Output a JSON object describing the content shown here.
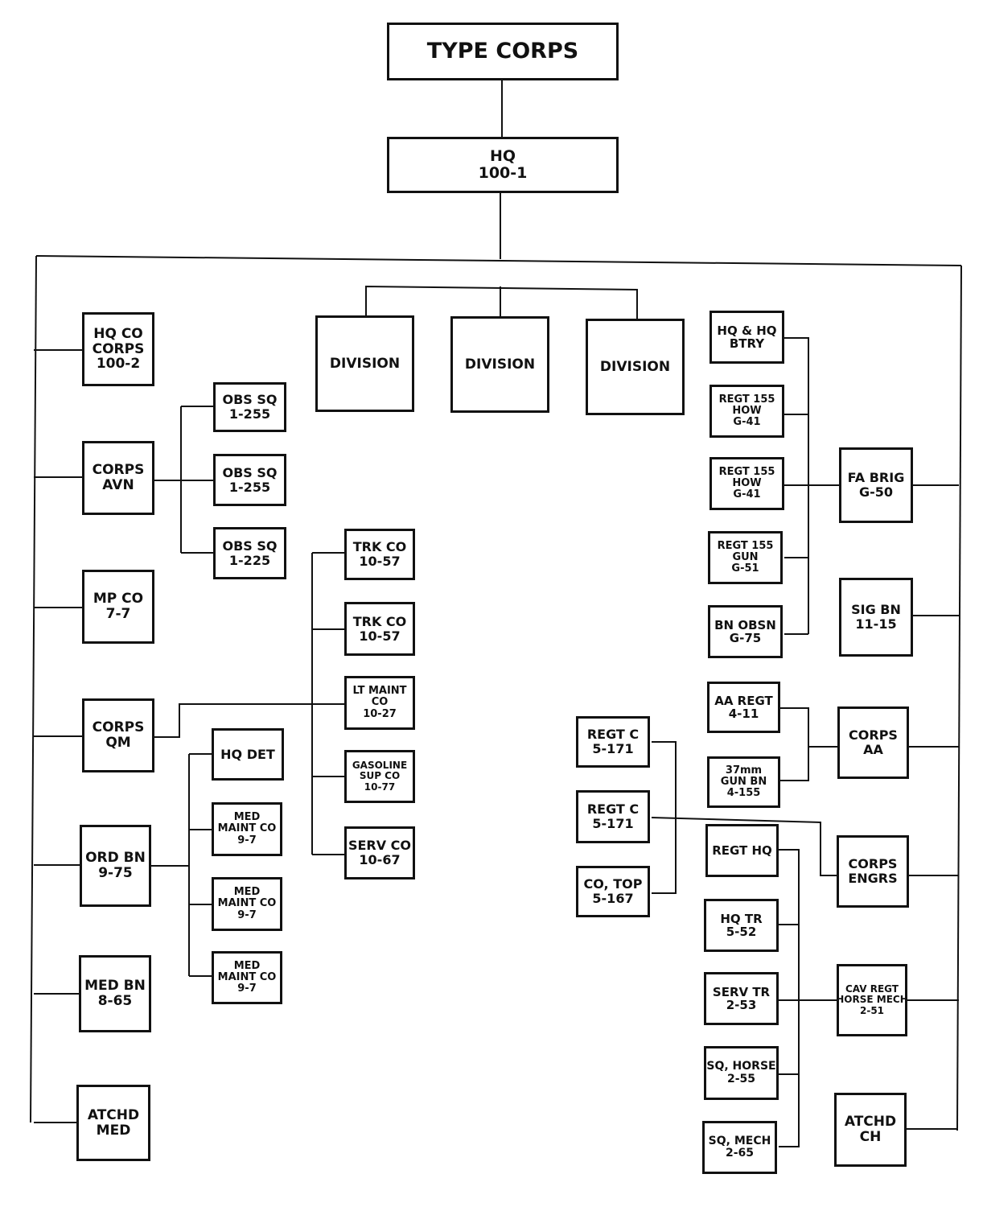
{
  "title": {
    "lines": [
      "TYPE CORPS"
    ]
  },
  "hq": {
    "lines": [
      "HQ",
      "100-1"
    ]
  },
  "divisions": [
    {
      "lines": [
        "DIVISION"
      ]
    },
    {
      "lines": [
        "DIVISION"
      ]
    },
    {
      "lines": [
        "DIVISION"
      ]
    }
  ],
  "left_units": [
    {
      "lines": [
        "HQ CO",
        "CORPS",
        "100-2"
      ]
    },
    {
      "lines": [
        "CORPS",
        "AVN"
      ]
    },
    {
      "lines": [
        "MP CO",
        "7-7"
      ]
    },
    {
      "lines": [
        "CORPS",
        "QM"
      ]
    },
    {
      "lines": [
        "ORD BN",
        "9-75"
      ]
    },
    {
      "lines": [
        "MED BN",
        "8-65"
      ]
    },
    {
      "lines": [
        "ATCHD",
        "MED"
      ]
    }
  ],
  "obs_squadrons": [
    {
      "lines": [
        "OBS SQ",
        "1-255"
      ]
    },
    {
      "lines": [
        "OBS SQ",
        "1-255"
      ]
    },
    {
      "lines": [
        "OBS SQ",
        "1-225"
      ]
    }
  ],
  "ord_units": [
    {
      "lines": [
        "HQ DET"
      ]
    },
    {
      "lines": [
        "MED",
        "MAINT CO",
        "9-7"
      ]
    },
    {
      "lines": [
        "MED",
        "MAINT CO",
        "9-7"
      ]
    },
    {
      "lines": [
        "MED",
        "MAINT CO",
        "9-7"
      ]
    }
  ],
  "qm_units": [
    {
      "lines": [
        "TRK CO",
        "10-57"
      ]
    },
    {
      "lines": [
        "TRK CO",
        "10-57"
      ]
    },
    {
      "lines": [
        "LT MAINT",
        "CO",
        "10-27"
      ]
    },
    {
      "lines": [
        "GASOLINE",
        "SUP CO",
        "10-77"
      ]
    },
    {
      "lines": [
        "SERV CO",
        "10-67"
      ]
    }
  ],
  "engr_units": [
    {
      "lines": [
        "REGT C",
        "5-171"
      ]
    },
    {
      "lines": [
        "REGT C",
        "5-171"
      ]
    },
    {
      "lines": [
        "CO, TOP",
        "5-167"
      ]
    }
  ],
  "fa_units": [
    {
      "lines": [
        "HQ & HQ",
        "BTRY"
      ]
    },
    {
      "lines": [
        "REGT 155",
        "HOW",
        "G-41"
      ]
    },
    {
      "lines": [
        "REGT 155",
        "HOW",
        "G-41"
      ]
    },
    {
      "lines": [
        "REGT 155",
        "GUN",
        "G-51"
      ]
    },
    {
      "lines": [
        "BN OBSN",
        "G-75"
      ]
    }
  ],
  "aa_units": [
    {
      "lines": [
        "AA REGT",
        "4-11"
      ]
    },
    {
      "lines": [
        "37mm",
        "GUN BN",
        "4-155"
      ]
    }
  ],
  "cav_units": [
    {
      "lines": [
        "REGT HQ"
      ]
    },
    {
      "lines": [
        "HQ TR",
        "5-52"
      ]
    },
    {
      "lines": [
        "SERV TR",
        "2-53"
      ]
    },
    {
      "lines": [
        "SQ, HORSE",
        "2-55"
      ]
    },
    {
      "lines": [
        "SQ, MECH",
        "2-65"
      ]
    }
  ],
  "right_units": [
    {
      "lines": [
        "FA BRIG",
        "G-50"
      ]
    },
    {
      "lines": [
        "SIG BN",
        "11-15"
      ]
    },
    {
      "lines": [
        "CORPS",
        "AA"
      ]
    },
    {
      "lines": [
        "CORPS",
        "ENGRS"
      ]
    },
    {
      "lines": [
        "CAV REGT",
        "HORSE MECH",
        "2-51"
      ]
    },
    {
      "lines": [
        "ATCHD",
        "CH"
      ]
    }
  ]
}
